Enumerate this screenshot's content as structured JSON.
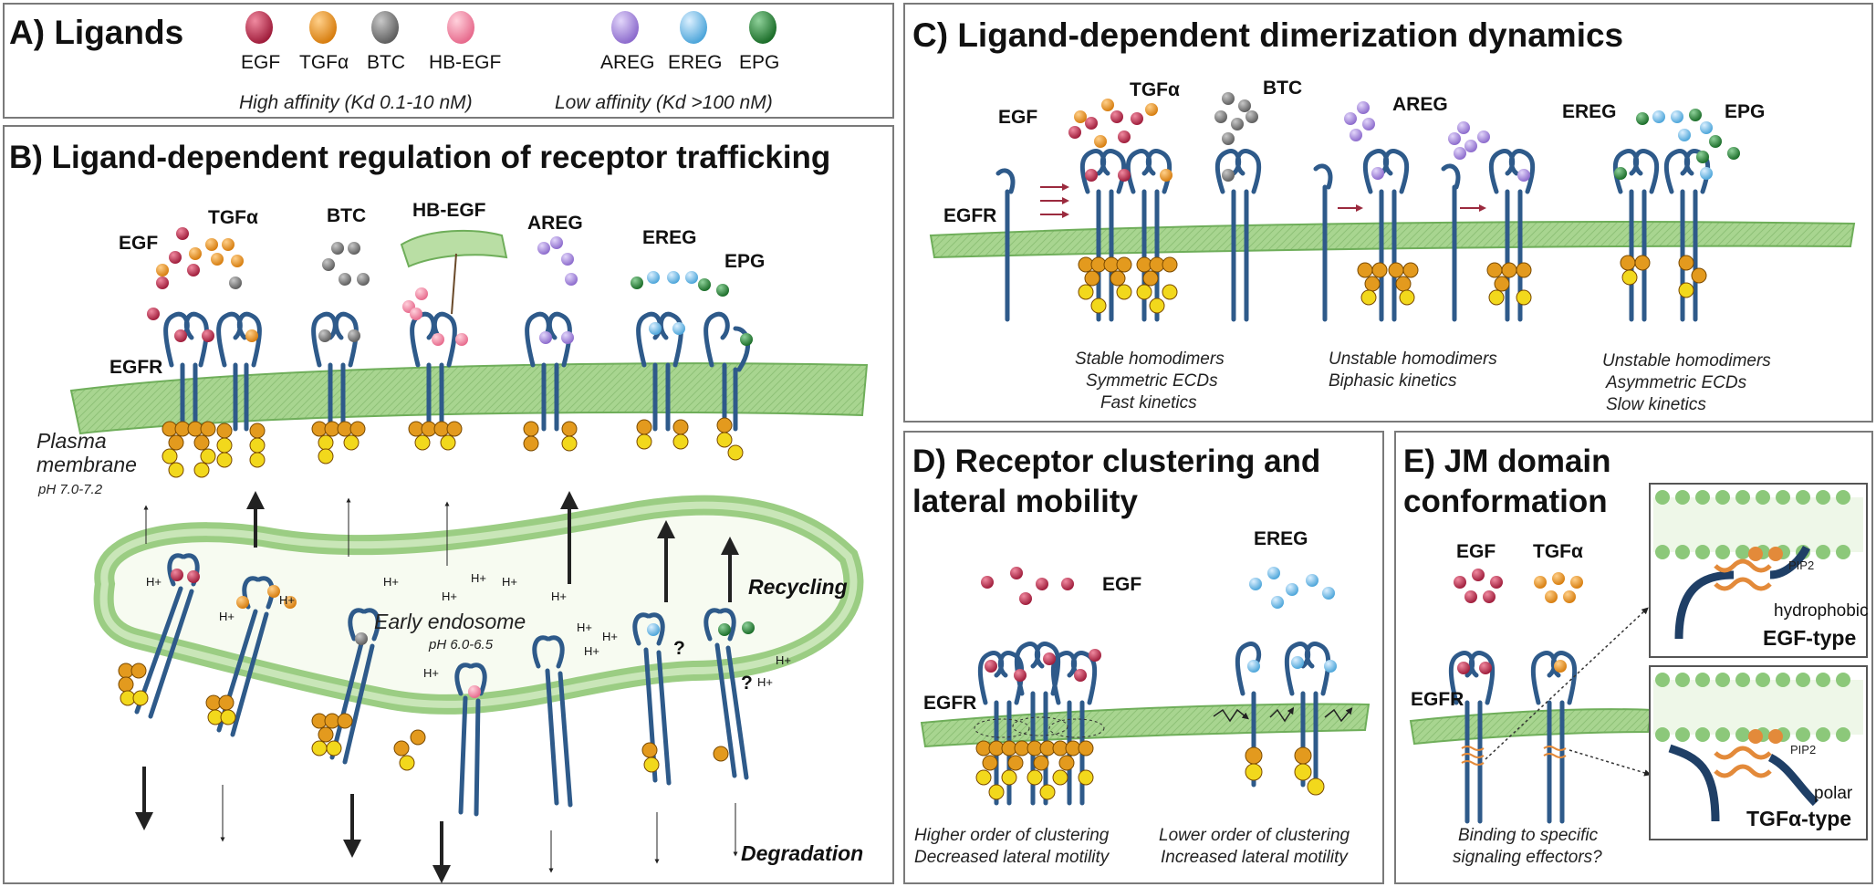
{
  "panelA": {
    "title": "A) Ligands",
    "ligands": [
      {
        "name": "EGF",
        "color": "#b5284a"
      },
      {
        "name": "TGFα",
        "color": "#e8941e"
      },
      {
        "name": "BTC",
        "color": "#7d7d7d"
      },
      {
        "name": "HB-EGF",
        "color": "#f28aa6"
      },
      {
        "name": "AREG",
        "color": "#a78ad8"
      },
      {
        "name": "EREG",
        "color": "#76bde6"
      },
      {
        "name": "EPG",
        "color": "#2d8a3a"
      }
    ],
    "high_affinity_label": "High affinity (Kd 0.1-10 nM)",
    "low_affinity_label": "Low affinity  (Kd >100 nM)"
  },
  "panelB": {
    "title": "B) Ligand-dependent regulation of receptor trafficking",
    "ligand_labels": [
      "EGF",
      "TGFα",
      "BTC",
      "HB-EGF",
      "AREG",
      "EREG",
      "EPG"
    ],
    "receptor_label": "EGFR",
    "plasma_membrane": "Plasma membrane",
    "plasma_ph": "pH 7.0-7.2",
    "endosome": "Early endosome",
    "endosome_ph": "pH 6.0-6.5",
    "proton": "H+",
    "question": "?",
    "recycling": "Recycling",
    "degradation": "Degradation"
  },
  "panelC": {
    "title": "C) Ligand-dependent dimerization dynamics",
    "ligand_labels": [
      "EGF",
      "TGFα",
      "BTC",
      "AREG",
      "EREG",
      "EPG"
    ],
    "receptor_label": "EGFR",
    "group1": [
      "Stable homodimers",
      "Symmetric ECDs",
      "Fast kinetics"
    ],
    "group2": [
      "Unstable homodimers",
      "Biphasic kinetics"
    ],
    "group3": [
      "Unstable homodimers",
      "Asymmetric ECDs",
      "Slow kinetics"
    ]
  },
  "panelD": {
    "title_line1": "D) Receptor clustering and",
    "title_line2": "lateral mobility",
    "ligand_labels": [
      "EGF",
      "EREG"
    ],
    "receptor_label": "EGFR",
    "left_caption": [
      "Higher order of clustering",
      "Decreased lateral motility"
    ],
    "right_caption": [
      "Lower order of clustering",
      "Increased lateral motility"
    ]
  },
  "panelE": {
    "title_line1": "E) JM domain",
    "title_line2": "conformation",
    "ligand_labels": [
      "EGF",
      "TGFα"
    ],
    "receptor_label": "EGFR",
    "caption": [
      "Binding to specific",
      "signaling effectors?"
    ],
    "pip2": "PIP2",
    "egf_type_descriptor": "hydrophobic",
    "egf_type": "EGF-type",
    "tgf_type_descriptor": "polar",
    "tgf_type": "TGFα-type"
  },
  "colors": {
    "membrane": "#a8d590",
    "membrane_dark": "#6fae5a",
    "receptor": "#2e5a8a",
    "ub": "#e39a1e",
    "py": "#f2d81c",
    "arrow_red": "#9b2a3e"
  }
}
